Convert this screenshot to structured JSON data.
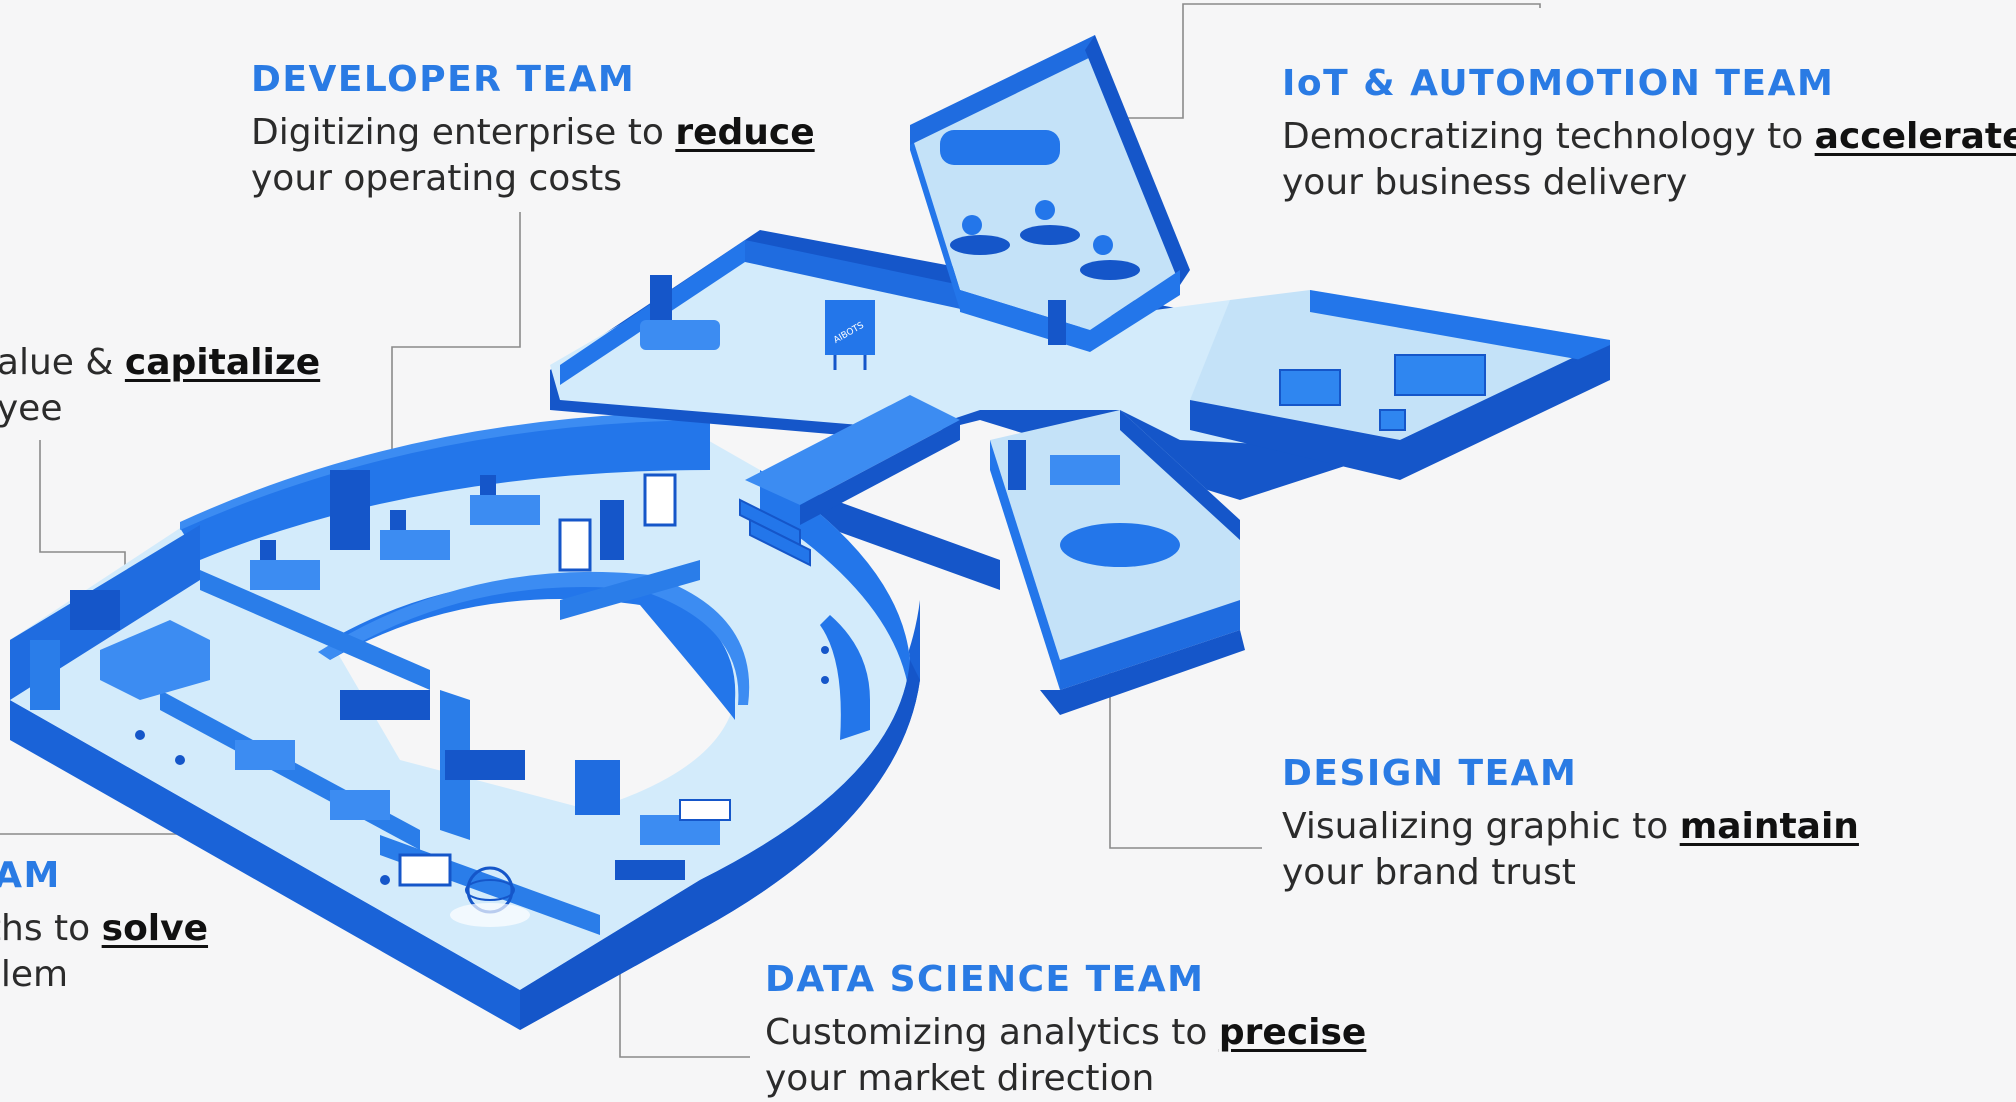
{
  "callouts": {
    "developer": {
      "heading": "DEVELOPER TEAM",
      "line1_pre": "Digitizing enterprise to ",
      "line1_key": "reduce",
      "line2": "your operating costs"
    },
    "iot": {
      "heading": "IoT & AUTOMOTION TEAM",
      "line1_pre": "Democratizing technology to ",
      "line1_key": "accelerate",
      "line2": "your business delivery"
    },
    "hr": {
      "line1_pre": "e value & ",
      "line1_key": "capitalize",
      "line2": "ployee"
    },
    "ai": {
      "heading": "TEAM",
      "line1_pre": "paths to ",
      "line1_key": "solve",
      "line2": "roblem"
    },
    "design": {
      "heading": "DESIGN TEAM",
      "line1_pre": "Visualizing graphic to ",
      "line1_key": "maintain",
      "line2": "your brand trust"
    },
    "data_science": {
      "heading": "DATA SCIENCE TEAM",
      "line1_pre": "Customizing analytics to ",
      "line1_key": "precise",
      "line2": "your market direction"
    }
  },
  "office": {
    "sign_text": "AIBOTS"
  },
  "colors": {
    "wall_dark": "#1556c9",
    "wall": "#2376ea",
    "wall_light": "#3c8cf2",
    "floor": "#d3ebfb",
    "floor_alt": "#c4e2f8",
    "heading": "#2a7be4",
    "text": "#2b2b2b",
    "connector": "#8a8a8a",
    "background": "#f6f6f7"
  }
}
